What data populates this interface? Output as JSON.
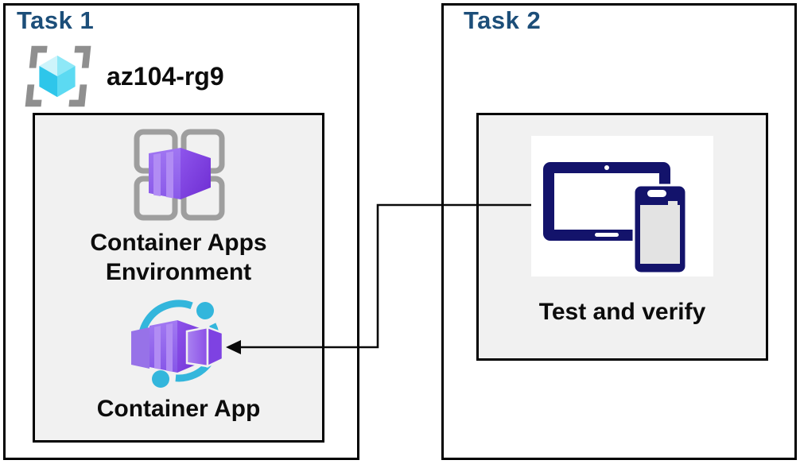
{
  "diagram": {
    "task1": {
      "title": "Task 1",
      "resource_group": "az104-rg9",
      "environment": {
        "label_line1": "Container Apps",
        "label_line2": "Environment"
      },
      "app": {
        "label": "Container App"
      }
    },
    "task2": {
      "title": "Task 2",
      "verify": {
        "label": "Test and verify"
      }
    },
    "connector": {
      "from": "Test and verify",
      "to": "Container App",
      "style": "elbow-arrow"
    },
    "colors": {
      "heading_blue": "#1C4E79",
      "panel_fill": "#F1F1F1",
      "border_black": "#000000",
      "purple_face_light": "#9A70EE",
      "purple_face_dark": "#7534DA",
      "purple_stripe": "#B18CF4",
      "cyan_ring": "#33B6DC",
      "cube_cyan_dark": "#2EC6EA",
      "cube_cyan_light": "#CDF4FB",
      "device_navy": "#13136B",
      "device_screen_gray": "#E3E3E3",
      "bracket_gray": "#8F8F8F",
      "grid_gray": "#9E9E9E"
    },
    "icons": {
      "resource_group": "resource-group-icon",
      "environment": "container-apps-environment-icon",
      "app": "container-app-icon",
      "devices": "devices-icon",
      "connector": "arrow-connector"
    }
  }
}
